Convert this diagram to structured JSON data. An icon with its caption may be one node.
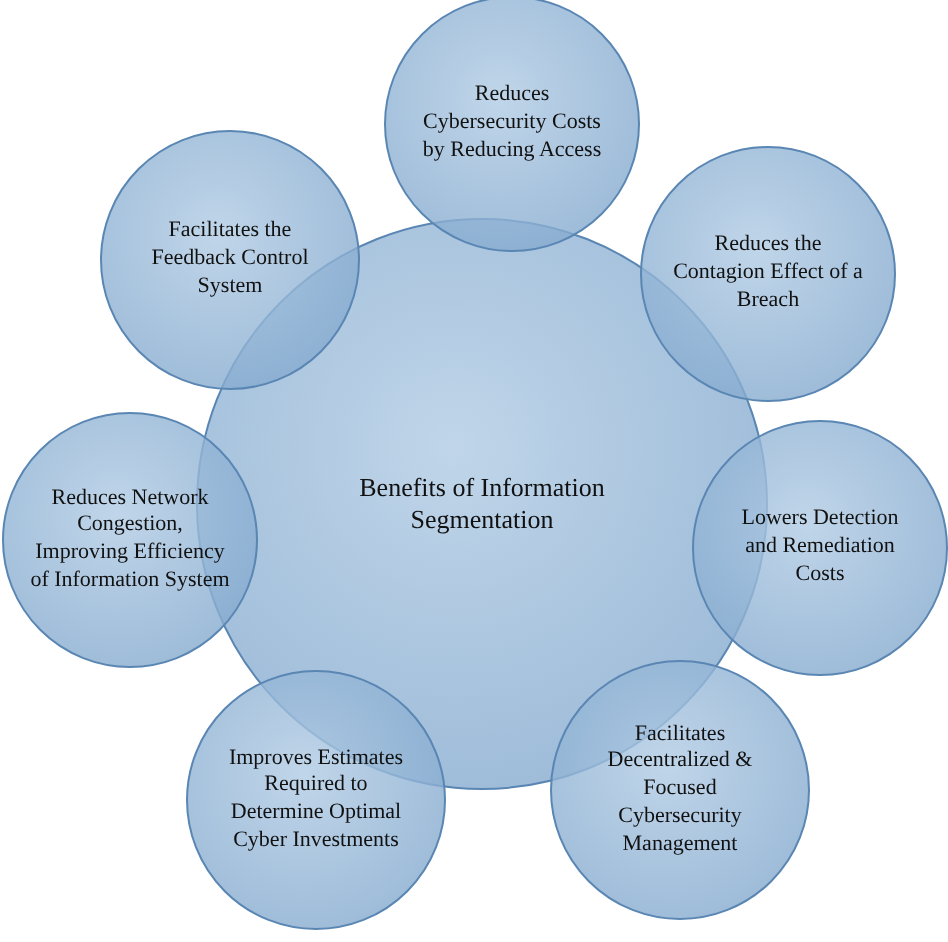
{
  "diagram": {
    "nodes": [
      {
        "text": [
          "Benefits of Information Segmentation"
        ]
      },
      {
        "text": [
          "Reduces Cybersecurity Costs by Reducing Access"
        ]
      },
      {
        "text": [
          "Reduces the Contagion Effect of a Breach"
        ]
      },
      {
        "text": [
          "Lowers Detection and Remediation Costs"
        ]
      },
      {
        "text": [
          "Facilitates Decentralized & Focused Cybersecurity Management"
        ]
      },
      {
        "text": [
          "Improves Estimates Required to Determine Optimal Cyber Investments"
        ]
      },
      {
        "text": [
          "Reduces Network Congestion, Improving Efficiency of Information System"
        ]
      },
      {
        "text": [
          "Facilitates the Feedback Control System"
        ]
      }
    ]
  }
}
